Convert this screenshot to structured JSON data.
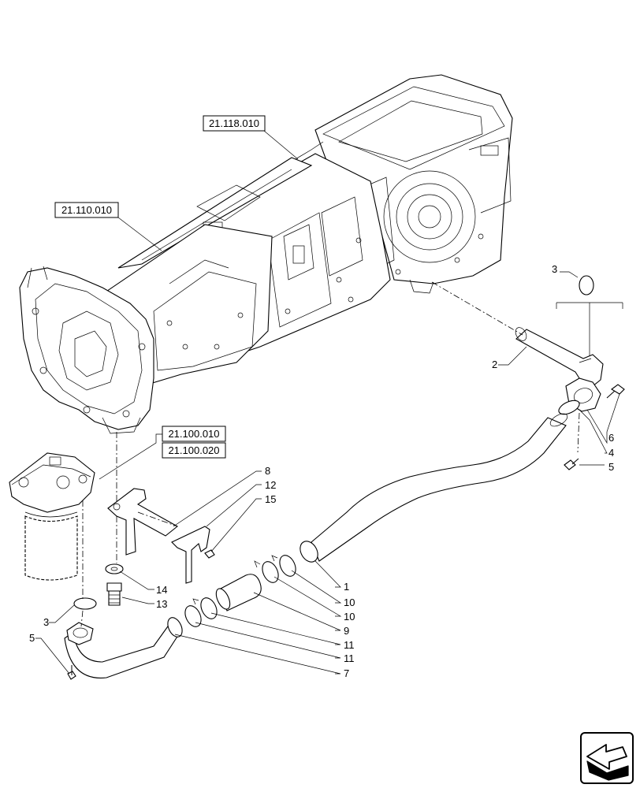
{
  "references": [
    {
      "id": "ref-1",
      "label": "21.118.010"
    },
    {
      "id": "ref-2",
      "label": "21.110.010"
    },
    {
      "id": "ref-3",
      "label": "21.100.010"
    },
    {
      "id": "ref-4",
      "label": "21.100.020"
    }
  ],
  "callouts": {
    "c1": "1",
    "c2": "2",
    "c3a": "3",
    "c3b": "3",
    "c4": "4",
    "c5a": "5",
    "c5b": "5",
    "c6": "6",
    "c7": "7",
    "c8": "8",
    "c9": "9",
    "c10a": "10",
    "c10b": "10",
    "c11a": "11",
    "c11b": "11",
    "c12": "12",
    "c13": "13",
    "c14": "14",
    "c15": "15"
  },
  "nav": {
    "icon": "return-arrow-icon"
  }
}
